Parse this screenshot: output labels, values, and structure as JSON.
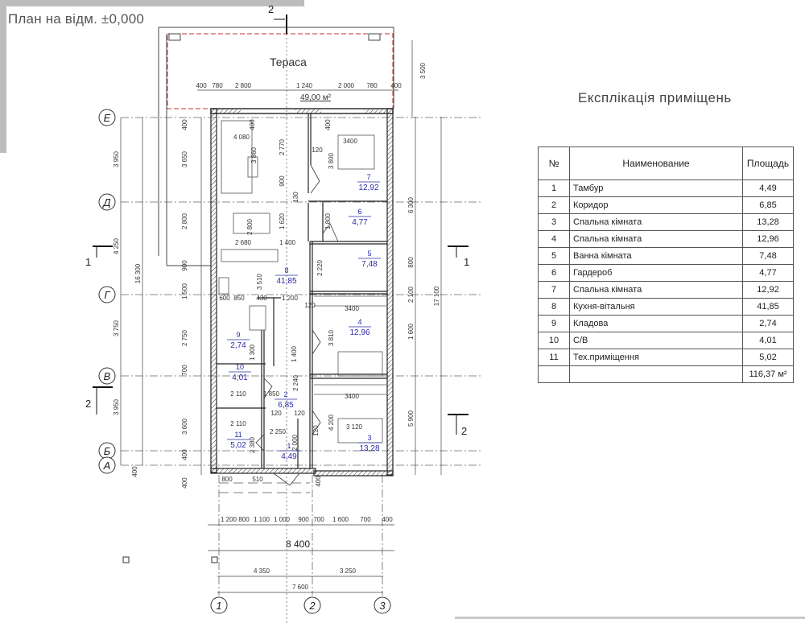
{
  "plan_title": "План на відм. ±0,000",
  "terrace": {
    "label": "Тераса",
    "area": "49,00 м²"
  },
  "section_marks": {
    "top": "2",
    "left_1": "1",
    "right_1": "1",
    "left_2": "2",
    "right_2": "2"
  },
  "axes_rows": [
    "Е",
    "Д",
    "Г",
    "В",
    "Б",
    "А"
  ],
  "axes_cols": [
    "1",
    "2",
    "3"
  ],
  "rooms": [
    {
      "no": "1",
      "area": "4,49"
    },
    {
      "no": "2",
      "area": "6,85"
    },
    {
      "no": "3",
      "area": "13,28"
    },
    {
      "no": "4",
      "area": "12,96"
    },
    {
      "no": "5",
      "area": "7,48"
    },
    {
      "no": "6",
      "area": "4,77"
    },
    {
      "no": "7",
      "area": "12,92"
    },
    {
      "no": "8",
      "area": "41,85"
    },
    {
      "no": "9",
      "area": "2,74"
    },
    {
      "no": "10",
      "area": "4,01"
    },
    {
      "no": "11",
      "area": "5,02"
    }
  ],
  "dimensions": {
    "top": [
      "400",
      "780",
      "2 800",
      "1 240",
      "2 000",
      "780",
      "400"
    ],
    "right_top": "3 500",
    "right_chain": [
      "6 300",
      "800",
      "2 100",
      "1 600",
      "5 900"
    ],
    "right_total": "17 100",
    "left_outer": [
      "3 950",
      "4 250",
      "3 750",
      "3 950"
    ],
    "left_total": "16 300",
    "left_bottom": "400",
    "left_inner": [
      "400",
      "3 650",
      "2 800",
      "900",
      "1 500",
      "2 750",
      "700",
      "3 600",
      "400",
      "400"
    ],
    "bottom_chain": [
      "1 200",
      "800",
      "1 100",
      "1 000",
      "900",
      "700",
      "1 600",
      "700",
      "400"
    ],
    "bottom_total": "8 400",
    "bottom_axes": [
      "4 350",
      "3 250"
    ],
    "bottom_axes_total": "7 600",
    "interior": [
      "4 080",
      "3 860",
      "2 770",
      "120",
      "3400",
      "3 800",
      "400",
      "400",
      "900",
      "130",
      "1 620",
      "1 800",
      "2 800",
      "2 680",
      "1 400",
      "2 220",
      "3 510",
      "600",
      "850",
      "430",
      "1 200",
      "120",
      "3400",
      "3 810",
      "1 300",
      "1 400",
      "2 110",
      "1 850",
      "2 240",
      "3400",
      "120",
      "120",
      "4 200",
      "3 120",
      "2 110",
      "2 250",
      "2 380",
      "2 000",
      "120",
      "800",
      "510",
      "400"
    ]
  },
  "explication": {
    "title": "Експлікація приміщень",
    "headers": [
      "№",
      "Наименование",
      "Площадь"
    ],
    "rows": [
      [
        "1",
        "Тамбур",
        "4,49"
      ],
      [
        "2",
        "Коридор",
        "6,85"
      ],
      [
        "3",
        "Спальна кімната",
        "13,28"
      ],
      [
        "4",
        "Спальна кімната",
        "12,96"
      ],
      [
        "5",
        "Ванна кімната",
        "7,48"
      ],
      [
        "6",
        "Гардероб",
        "4,77"
      ],
      [
        "7",
        "Спальна кімната",
        "12,92"
      ],
      [
        "8",
        "Кухня-вітальня",
        "41,85"
      ],
      [
        "9",
        "Кладова",
        "2,74"
      ],
      [
        "10",
        "С/В",
        "4,01"
      ],
      [
        "11",
        "Тех.приміщення",
        "5,02"
      ]
    ],
    "total": "116,37 м²"
  },
  "colors": {
    "room_label": "#2b2ba8",
    "wall": "#222222",
    "terrace_line": "#c0392b",
    "axis": "#555555"
  }
}
